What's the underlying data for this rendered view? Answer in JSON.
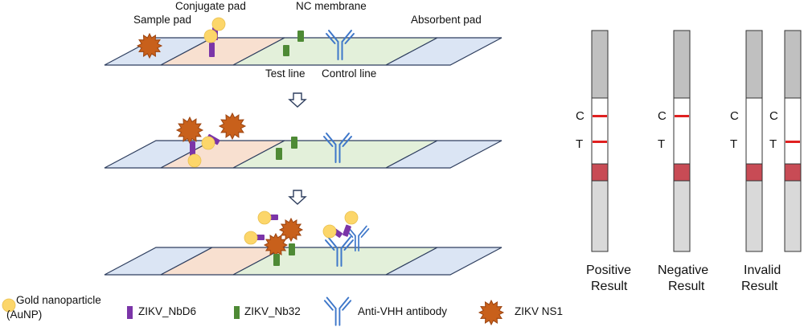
{
  "strip_labels": {
    "sample_pad": "Sample pad",
    "conjugate_pad": "Conjugate pad",
    "nc_membrane": "NC membrane",
    "absorbent_pad": "Absorbent pad",
    "test_line": "Test line",
    "control_line": "Control line"
  },
  "results": {
    "line_c": "C",
    "line_t": "T",
    "positive": [
      "Positive",
      "Result"
    ],
    "negative": [
      "Negative",
      "Result"
    ],
    "invalid": [
      "Invalid",
      "Result"
    ]
  },
  "legend": {
    "gold_nanoparticle": [
      "Gold nanoparticle",
      "(AuNP)"
    ],
    "nbd6": "ZIKV_NbD6",
    "nb32": "ZIKV_Nb32",
    "anti_vhh": "Anti-VHH antibody",
    "ns1": "ZIKV NS1"
  },
  "colors": {
    "sample_pad": "#dbe5f4",
    "conjugate_pad": "#f8e0d0",
    "nc_membrane": "#e3f0da",
    "absorbent_pad": "#dbe5f4",
    "pad_outline": "#2f3f5f",
    "gold": "#fcd66a",
    "nbd6": "#7b35a8",
    "nb32": "#4e8a35",
    "antibody": "#3e77c9",
    "ns1": "#c8601b",
    "ns1_outline": "#9c4410",
    "strip_gray": "#c0c0c0",
    "strip_light": "#d9d9d9",
    "red_line": "#e02020",
    "sample_zone": "#c84b55"
  },
  "icons": {
    "down_arrow": "hollow-down-arrow-icon",
    "antibody": "y-shaped-antibody-icon",
    "ns1": "spiky-star-icon"
  }
}
